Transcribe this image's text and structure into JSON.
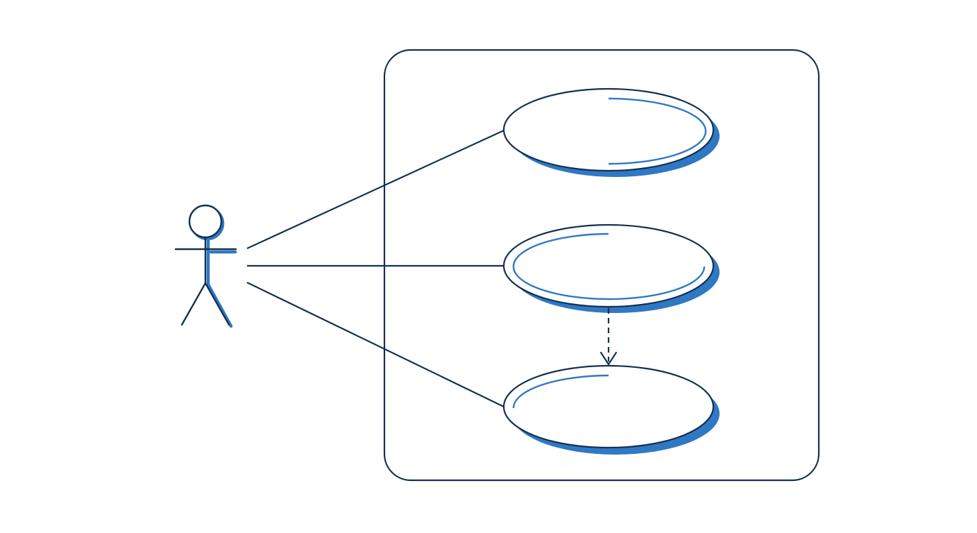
{
  "colors": {
    "background": "#ffffff",
    "stroke": "#14304f",
    "accent": "#2f78c4",
    "fill": "#ffffff"
  },
  "diagram": {
    "type": "use-case",
    "actor": {
      "icon": "stick-figure-icon",
      "label": ""
    },
    "system_boundary": {
      "label": ""
    },
    "use_cases": [
      {
        "id": "use-case-1",
        "label": ""
      },
      {
        "id": "use-case-2",
        "label": ""
      },
      {
        "id": "use-case-3",
        "label": ""
      }
    ],
    "associations": [
      {
        "from": "actor",
        "to": "use-case-1"
      },
      {
        "from": "actor",
        "to": "use-case-2"
      },
      {
        "from": "actor",
        "to": "use-case-3"
      }
    ],
    "dependencies": [
      {
        "from": "use-case-2",
        "to": "use-case-3",
        "style": "dashed"
      }
    ]
  }
}
